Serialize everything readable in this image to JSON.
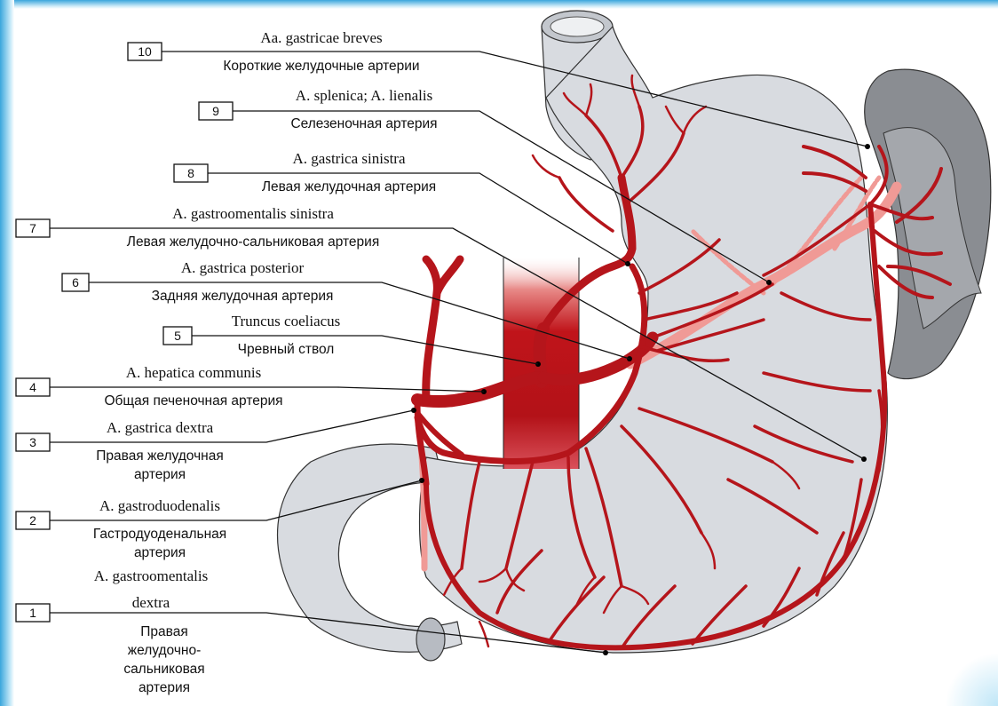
{
  "colors": {
    "stomach": "#d8dbe0",
    "spleen": "#8a8d92",
    "artery": "#b5151b",
    "artery_posterior": "#f09a96",
    "aorta": "#c0141a",
    "frame": "#3aa6dc"
  },
  "labels": [
    {
      "num": "10",
      "latin": "Aa. gastricae breves",
      "ru": [
        "Короткие желудочные артерии"
      ]
    },
    {
      "num": "9",
      "latin": "A. splenica; A. lienalis",
      "ru": [
        "Селезеночная артерия"
      ]
    },
    {
      "num": "8",
      "latin": "A. gastrica sinistra",
      "ru": [
        "Левая желудочная артерия"
      ]
    },
    {
      "num": "7",
      "latin": "A. gastroomentalis sinistra",
      "ru": [
        "Левая желудочно-сальниковая артерия"
      ]
    },
    {
      "num": "6",
      "latin": "A. gastrica posterior",
      "ru": [
        "Задняя желудочная артерия"
      ]
    },
    {
      "num": "5",
      "latin": "Truncus coeliacus",
      "ru": [
        "Чревный ствол"
      ]
    },
    {
      "num": "4",
      "latin": "A. hepatica communis",
      "ru": [
        "Общая печеночная артерия"
      ]
    },
    {
      "num": "3",
      "latin": "A. gastrica dextra",
      "ru": [
        "Правая желудочная",
        "артерия"
      ]
    },
    {
      "num": "2",
      "latin": "A. gastroduodenalis",
      "ru": [
        "Гастродуоденальная",
        "артерия"
      ]
    },
    {
      "num": "1",
      "latin": "A. gastroomentalis",
      "latin2": "dextra",
      "ru": [
        "Правая",
        "желудочно-",
        "сальниковая",
        "артерия"
      ]
    }
  ]
}
